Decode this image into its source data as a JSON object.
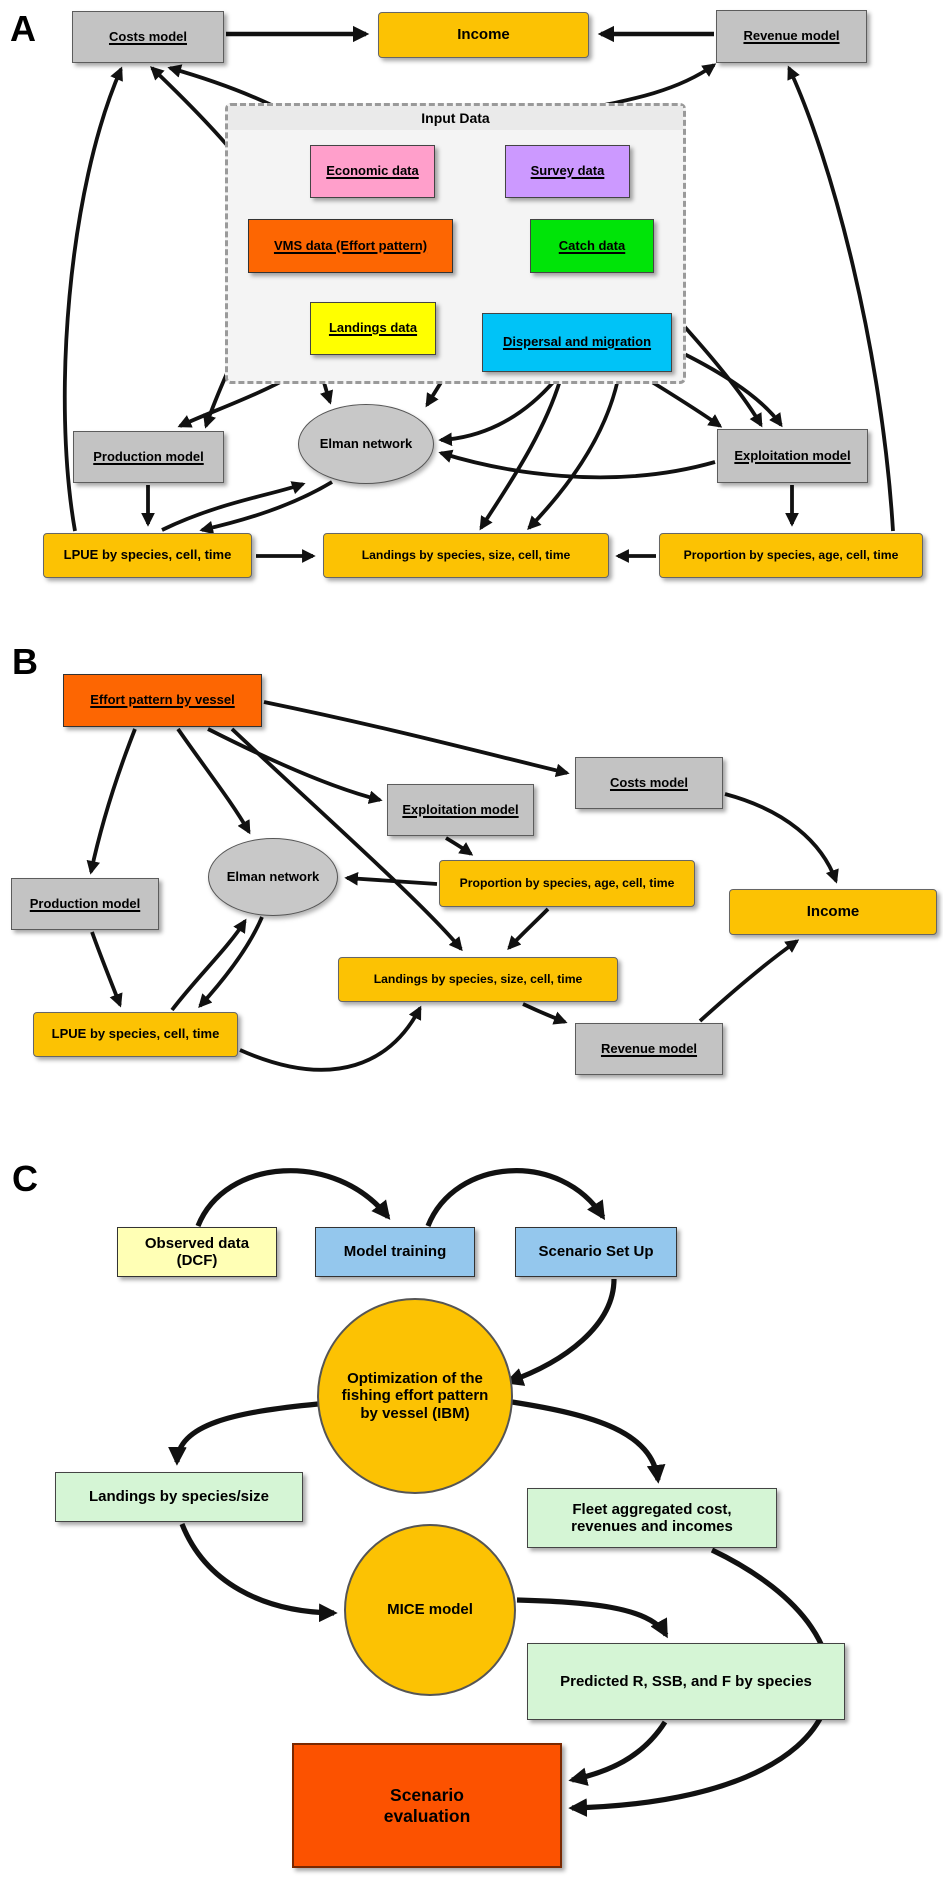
{
  "figure": {
    "type": "flow-diagram",
    "panel_letters": [
      "A",
      "B",
      "C"
    ]
  },
  "palette": {
    "model_box_gray": "#c3c3c3",
    "data_gold": "#fcc203",
    "accent_orange": "#fd6602",
    "scenario_red_orange": "#fc5200",
    "economic_pink": "#ff9fcb",
    "survey_purple": "#cc99ff",
    "catch_green": "#00e408",
    "landings_yellow": "#ffff00",
    "dispersal_cyan": "#00c3f7",
    "observed_light_yellow": "#ffffb5",
    "training_light_blue": "#94c7ed",
    "result_light_green": "#d5f5d5",
    "arrow_black": "#111111",
    "input_panel_gray": "#f4f4f4"
  },
  "panels": {
    "A": {
      "letter": "A",
      "input_group": {
        "title": "Input Data"
      },
      "nodes": {
        "costs_model": {
          "label": "Costs model"
        },
        "income": {
          "label": "Income"
        },
        "revenue_model": {
          "label": "Revenue model"
        },
        "economic_data": {
          "label": "Economic data"
        },
        "survey_data": {
          "label": "Survey data"
        },
        "vms_data": {
          "label": "VMS data (Effort pattern)"
        },
        "catch_data": {
          "label": "Catch data"
        },
        "landings_data": {
          "label": "Landings data"
        },
        "dispersal": {
          "label": "Dispersal and migration"
        },
        "production_model": {
          "label": "Production model"
        },
        "elman_network": {
          "label": "Elman network"
        },
        "exploitation_model": {
          "label": "Exploitation model"
        },
        "lpue": {
          "label": "LPUE by species, cell, time"
        },
        "landings_sct": {
          "label": "Landings by species, size, cell, time"
        },
        "proportion": {
          "label": "Proportion by species, age, cell, time"
        }
      },
      "edges": [
        {
          "from": "costs_model",
          "to": "income"
        },
        {
          "from": "revenue_model",
          "to": "income"
        },
        {
          "from": "economic_data",
          "to": "costs_model"
        },
        {
          "from": "vms_data",
          "to": "costs_model"
        },
        {
          "from": "lpue",
          "to": "costs_model"
        },
        {
          "from": "economic_data",
          "to": "revenue_model"
        },
        {
          "from": "proportion",
          "to": "revenue_model"
        },
        {
          "from": "vms_data",
          "to": "exploitation_model"
        },
        {
          "from": "catch_data",
          "to": "exploitation_model"
        },
        {
          "from": "dispersal",
          "to": "exploitation_model"
        },
        {
          "from": "vms_data",
          "to": "production_model"
        },
        {
          "from": "landings_data",
          "to": "production_model"
        },
        {
          "from": "vms_data",
          "to": "elman_network"
        },
        {
          "from": "survey_data",
          "to": "elman_network"
        },
        {
          "from": "dispersal",
          "to": "elman_network"
        },
        {
          "from": "exploitation_model",
          "to": "elman_network"
        },
        {
          "from": "dispersal",
          "to": "landings_sct"
        },
        {
          "from": "catch_data",
          "to": "landings_sct"
        },
        {
          "from": "production_model",
          "to": "lpue"
        },
        {
          "from": "exploitation_model",
          "to": "proportion"
        },
        {
          "from": "lpue",
          "to": "landings_sct"
        },
        {
          "from": "proportion",
          "to": "landings_sct"
        },
        {
          "from": "elman_network",
          "to": "lpue"
        },
        {
          "from": "lpue",
          "to": "elman_network"
        }
      ]
    },
    "B": {
      "letter": "B",
      "nodes": {
        "effort_pattern": {
          "label": "Effort pattern by vessel"
        },
        "costs_model": {
          "label": "Costs model"
        },
        "exploitation_model": {
          "label": "Exploitation model"
        },
        "elman_network": {
          "label": "Elman network"
        },
        "production_model": {
          "label": "Production model"
        },
        "proportion": {
          "label": "Proportion by species, age, cell, time"
        },
        "income": {
          "label": "Income"
        },
        "landings": {
          "label": "Landings by species, size, cell, time"
        },
        "lpue": {
          "label": "LPUE by species, cell, time"
        },
        "revenue_model": {
          "label": "Revenue model"
        }
      },
      "edges": [
        {
          "from": "effort_pattern",
          "to": "production_model"
        },
        {
          "from": "effort_pattern",
          "to": "elman_network"
        },
        {
          "from": "effort_pattern",
          "to": "exploitation_model"
        },
        {
          "from": "effort_pattern",
          "to": "costs_model"
        },
        {
          "from": "effort_pattern",
          "to": "landings"
        },
        {
          "from": "exploitation_model",
          "to": "proportion"
        },
        {
          "from": "costs_model",
          "to": "income"
        },
        {
          "from": "proportion",
          "to": "landings"
        },
        {
          "from": "proportion",
          "to": "elman_network"
        },
        {
          "from": "production_model",
          "to": "lpue"
        },
        {
          "from": "elman_network",
          "to": "lpue"
        },
        {
          "from": "lpue",
          "to": "elman_network"
        },
        {
          "from": "lpue",
          "to": "landings"
        },
        {
          "from": "landings",
          "to": "revenue_model"
        },
        {
          "from": "revenue_model",
          "to": "income"
        }
      ]
    },
    "C": {
      "letter": "C",
      "nodes": {
        "observed_data": {
          "label": "Observed data (DCF)"
        },
        "model_training": {
          "label": "Model training"
        },
        "scenario_setup": {
          "label": "Scenario Set Up"
        },
        "optimization": {
          "label": "Optimization of the fishing effort pattern by vessel (IBM)"
        },
        "landings_by_species_size": {
          "label": "Landings by species/size"
        },
        "fleet_aggregated": {
          "label": "Fleet aggregated cost, revenues and incomes"
        },
        "mice_model": {
          "label": "MICE model"
        },
        "predicted": {
          "label": "Predicted R, SSB, and F by species"
        },
        "scenario_evaluation": {
          "label": "Scenario evaluation"
        }
      },
      "edges": [
        {
          "from": "observed_data",
          "to": "model_training"
        },
        {
          "from": "model_training",
          "to": "scenario_setup"
        },
        {
          "from": "scenario_setup",
          "to": "optimization"
        },
        {
          "from": "optimization",
          "to": "landings_by_species_size"
        },
        {
          "from": "optimization",
          "to": "fleet_aggregated"
        },
        {
          "from": "landings_by_species_size",
          "to": "mice_model"
        },
        {
          "from": "mice_model",
          "to": "predicted"
        },
        {
          "from": "predicted",
          "to": "scenario_evaluation"
        },
        {
          "from": "fleet_aggregated",
          "to": "scenario_evaluation"
        }
      ]
    }
  }
}
